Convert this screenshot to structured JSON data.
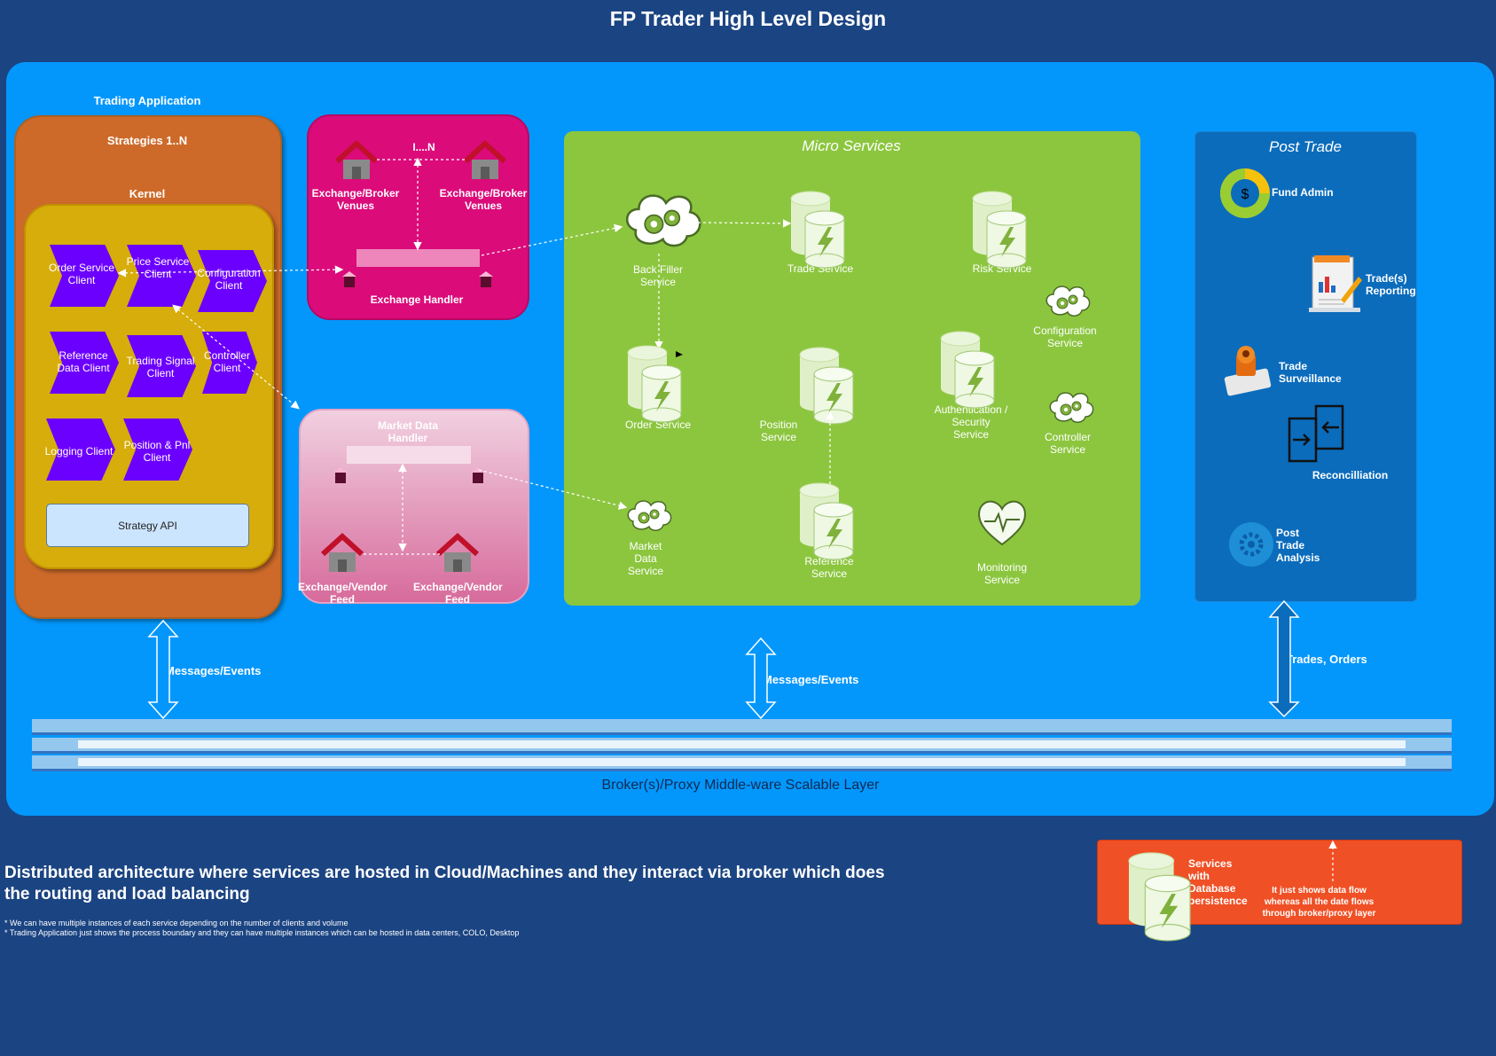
{
  "title": "FP Trader High Level Design",
  "colors": {
    "background": "#1b4482",
    "main_panel": "#0397fc",
    "trading_app": "#cd6a2a",
    "kernel": "#d6ad0a",
    "client_chevron": "#6c00ff",
    "exchange_handler": "#db0b7a",
    "market_data_handler": "#e89ac0",
    "micro_services": "#8cc63f",
    "post_trade": "#0b6cbc",
    "legend_box": "#f05025"
  },
  "trading_app": {
    "label": "Trading Application",
    "strategies": "Strategies 1..N",
    "kernel": "Kernel",
    "clients": [
      "Order Service Client",
      "Price Service Client",
      "Configuration Client",
      "Reference Data Client",
      "Trading Signal Client",
      "Controller Client",
      "Logging Client",
      "Position & Pnl Client"
    ],
    "strategy_api": "Strategy API"
  },
  "exchange_handler": {
    "venue_left": "Exchange/Broker Venues",
    "venue_right": "Exchange/Broker Venues",
    "range": "I....N",
    "label": "Exchange Handler"
  },
  "market_data_handler": {
    "label": "Market Data Handler",
    "feed_left": "Exchange/Vendor Feed",
    "feed_right": "Exchange/Vendor Feed"
  },
  "micro_services": {
    "title": "Micro Services",
    "back_filler": "Back Filler Service",
    "trade": "Trade Service",
    "risk": "Risk Service",
    "configuration": "Configuration Service",
    "order": "Order Service",
    "position": "Position Service",
    "auth": "Authentication / Security Service",
    "controller": "Controller Service",
    "market_data": "Market Data Service",
    "reference": "Reference Service",
    "monitoring": "Monitoring Service"
  },
  "post_trade": {
    "title": "Post Trade",
    "fund_admin": "Fund Admin",
    "reporting": "Trade(s) Reporting",
    "surveillance": "Trade Surveillance",
    "reconciliation": "Reconcilliation",
    "analysis": "Post Trade Analysis"
  },
  "arrows": {
    "left": "Messages/Events",
    "middle": "Messages/Events",
    "right": "Trades, Orders"
  },
  "broker_layer": "Broker(s)/Proxy Middle-ware Scalable Layer",
  "footer": {
    "headline": "Distributed architecture where services are hosted in Cloud/Machines and they interact via broker which does the routing and load balancing",
    "note1": "* We can have multiple instances of each service depending on the number of clients and volume",
    "note2": "* Trading Application just shows the process boundary and they can have multiple instances which can be hosted in data centers, COLO, Desktop"
  },
  "legend": {
    "db_services": "Services with Database persistence",
    "flow_note": "It just shows data flow whereas all the date flows through broker/proxy layer"
  }
}
